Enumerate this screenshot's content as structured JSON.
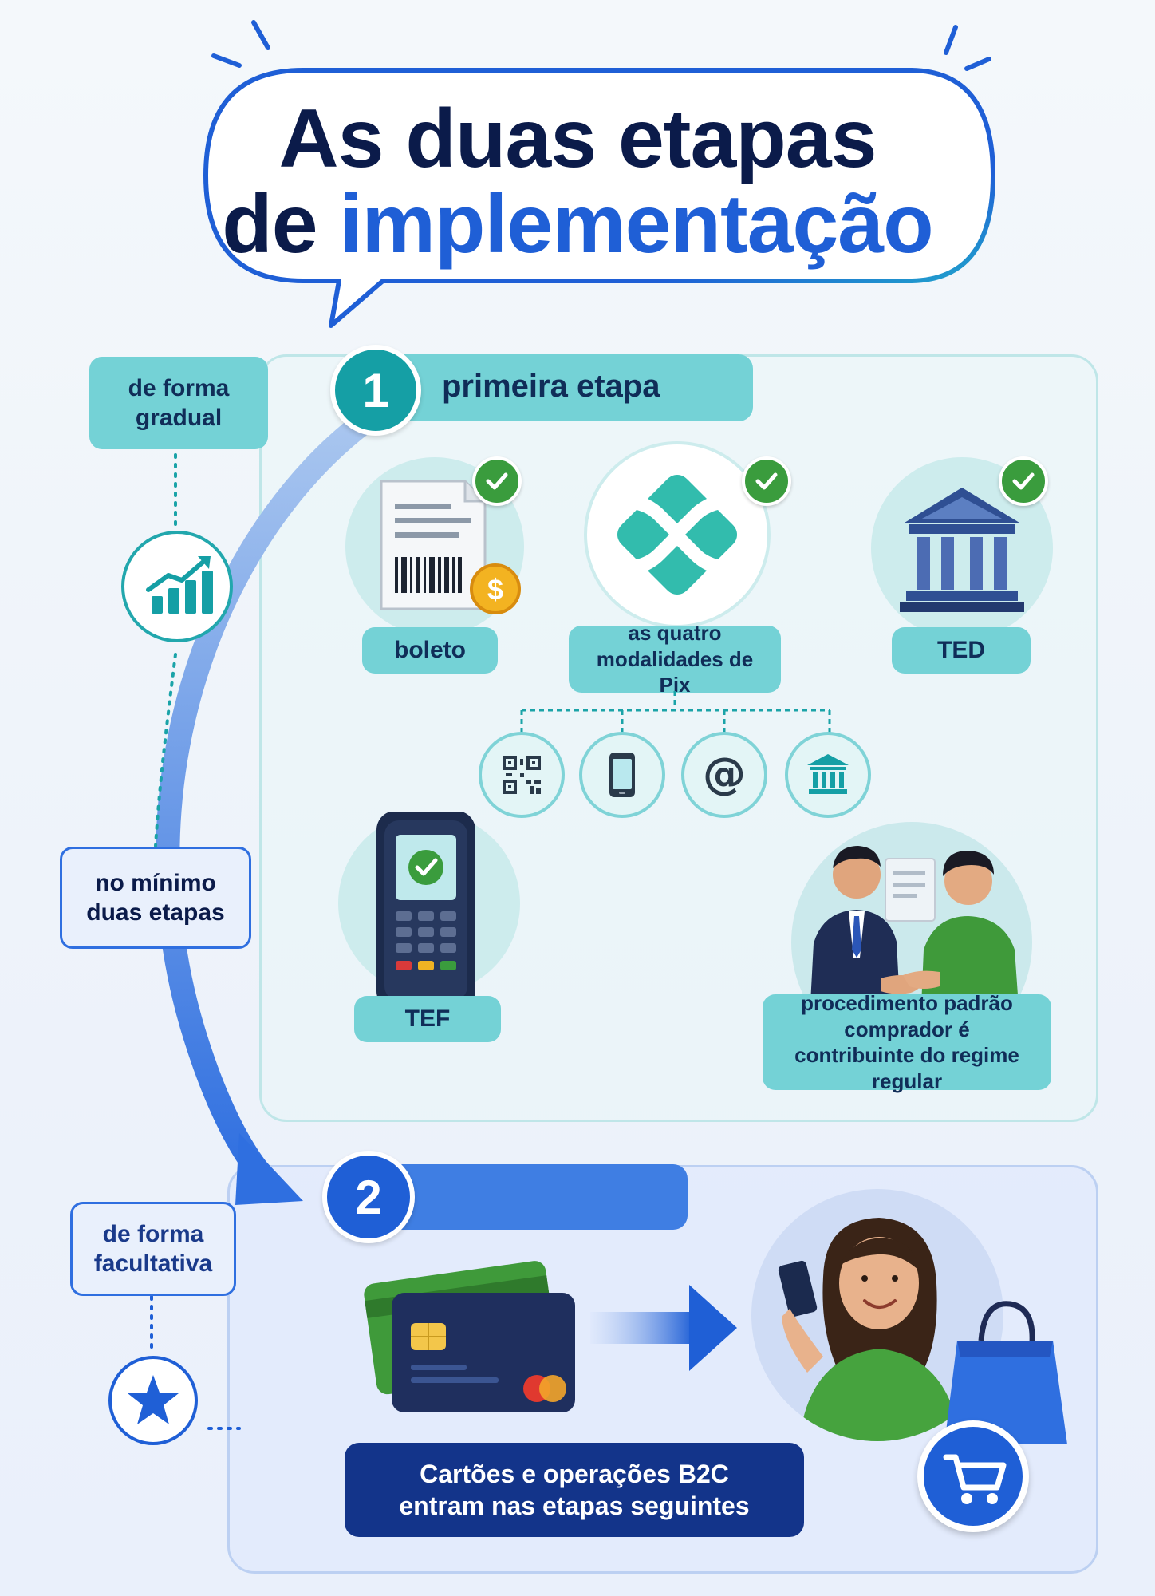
{
  "title": {
    "line1": "As duas etapas",
    "line2_prefix": "de ",
    "line2_highlight": "implementação"
  },
  "stage1": {
    "number": "1",
    "label": "primeira etapa",
    "items": {
      "boleto": "boleto",
      "pix": "as quatro modalidades de Pix",
      "ted": "TED",
      "tef": "TEF",
      "procedure": "procedimento padrão comprador é contribuinte do regime regular"
    },
    "pix_keys_icons": [
      "qr-code-icon",
      "smartphone-icon",
      "at-sign-icon",
      "bank-icon"
    ]
  },
  "stage2": {
    "number": "2",
    "label": "",
    "message": "Cartões e operações B2C entram nas etapas seguintes"
  },
  "side_labels": {
    "gradual": "de forma gradual",
    "minimum": "no mínimo duas etapas",
    "optional": "de forma facultativa"
  },
  "colors": {
    "navy": "#0b1b4a",
    "blue": "#1f5fd6",
    "teal": "#74d2d6",
    "teal_dark": "#159fa5",
    "green_check": "#3a9c3d"
  }
}
